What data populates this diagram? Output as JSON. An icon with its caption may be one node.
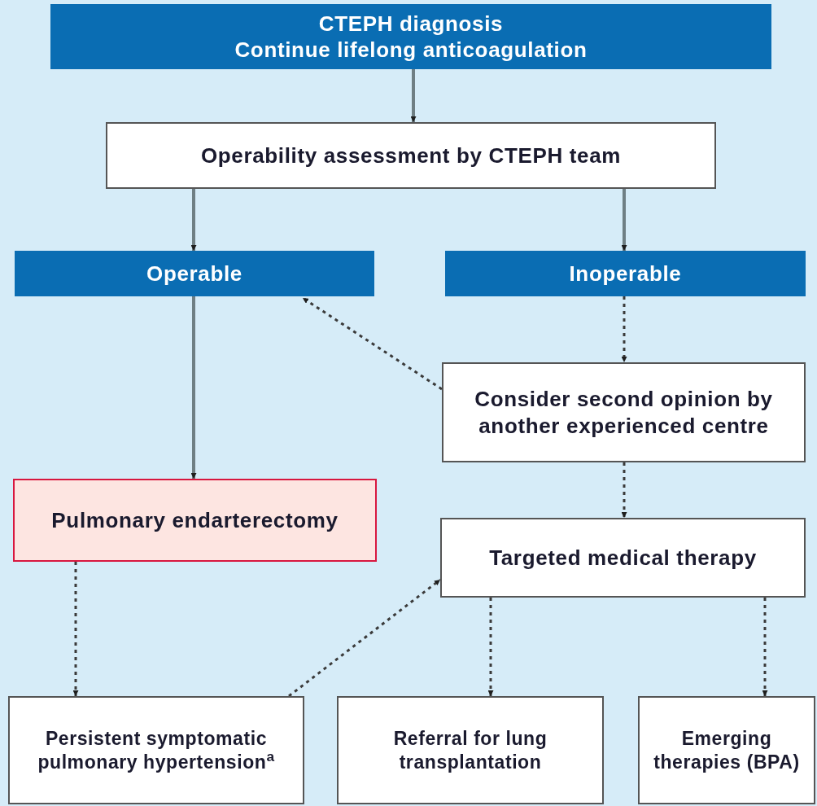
{
  "diagram": {
    "nodes": [
      {
        "text": [
          "CTEPH diagnosis",
          "Continue lifelong anticoagulation"
        ]
      },
      {
        "text": [
          "Operability assessment by CTEPH team"
        ]
      },
      {
        "text": [
          "Operable"
        ]
      },
      {
        "text": [
          "Inoperable"
        ]
      },
      {
        "text": [
          "Consider second opinion by another experienced centre"
        ]
      },
      {
        "text": [
          "Pulmonary endarterectomy"
        ]
      },
      {
        "text": [
          "Targeted medical therapy"
        ]
      },
      {
        "text": [
          "Persistent symptomatic pulmonary hypertension$^{a}$"
        ]
      },
      {
        "text": [
          "Referral for lung transplantation"
        ]
      },
      {
        "text": [
          "Emerging therapies (BPA)"
        ]
      }
    ],
    "edges": [
      {
        "from": 0,
        "to": 1,
        "arrow": "to"
      },
      {
        "from": 1,
        "to": 2,
        "arrow": "to"
      },
      {
        "from": 1,
        "to": 3,
        "arrow": "to"
      },
      {
        "from": 3,
        "to": 4,
        "arrow": "to",
        "style": "dashed"
      },
      {
        "from": 4,
        "to": 2,
        "arrow": "to",
        "style": "dashed"
      },
      {
        "from": 2,
        "to": 5,
        "arrow": "to"
      },
      {
        "from": 4,
        "to": 6,
        "arrow": "to",
        "style": "dashed"
      },
      {
        "from": 5,
        "to": 7,
        "arrow": "to",
        "style": "dashed"
      },
      {
        "from": 7,
        "to": 6,
        "arrow": "to",
        "style": "dashed"
      },
      {
        "from": 6,
        "to": 8,
        "arrow": "to",
        "style": "dashed"
      },
      {
        "from": 6,
        "to": 9,
        "arrow": "to",
        "style": "dashed"
      }
    ]
  }
}
